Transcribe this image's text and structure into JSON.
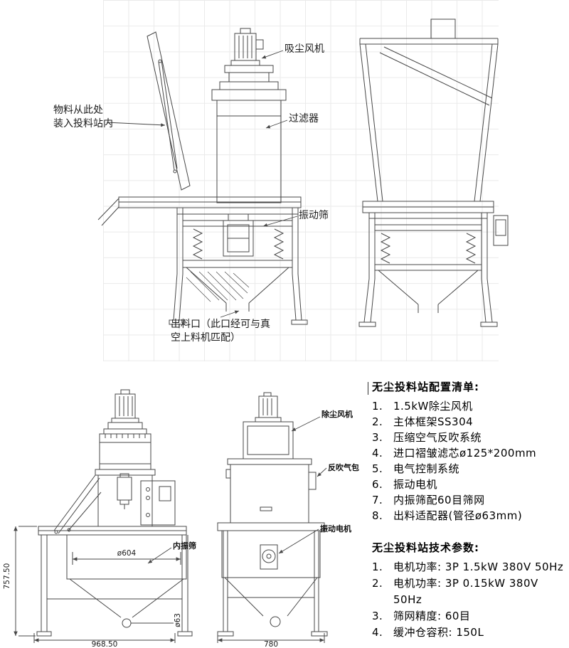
{
  "overview": {
    "labels": {
      "material_inlet_line1": "物料从此处",
      "material_inlet_line2": "装入投料站内",
      "dust_fan": "吸尘风机",
      "filter": "过滤器",
      "vibrating_screen": "振动筛",
      "outlet_line1": "出料口（此口经可与真",
      "outlet_line2": "空上料机匹配）"
    }
  },
  "dimension_views": {
    "labels": {
      "dust_fan": "除尘风机",
      "backblow_airbag": "反吹气包",
      "vibration_motor": "振动电机",
      "inner_screen": "内振筛"
    },
    "dimensions": {
      "overall_height": "757.50",
      "drum_diameter": "ø604",
      "overall_width": "968.50",
      "outlet_diameter": "ø63",
      "side_width": "780"
    }
  },
  "config_list": {
    "title": "无尘投料站配置清单:",
    "items": [
      {
        "num": "1.",
        "text": "1.5kW除尘风机"
      },
      {
        "num": "2.",
        "text": "主体框架SS304"
      },
      {
        "num": "3.",
        "text": "压缩空气反吹系统"
      },
      {
        "num": "4.",
        "text": "进口褶皱滤芯ø125*200mm"
      },
      {
        "num": "5.",
        "text": "电气控制系统"
      },
      {
        "num": "6.",
        "text": "振动电机"
      },
      {
        "num": "7.",
        "text": "内振筛配60目筛网"
      },
      {
        "num": "8.",
        "text": "出料适配器(管径ø63mm)"
      }
    ]
  },
  "tech_params": {
    "title": "无尘投料站技术参数:",
    "items": [
      {
        "num": "1.",
        "text": "电机功率: 3P 1.5kW 380V 50Hz"
      },
      {
        "num": "2.",
        "text": "电机功率: 3P 0.15kW 380V 50Hz"
      },
      {
        "num": "3.",
        "text": "筛网精度: 60目"
      },
      {
        "num": "4.",
        "text": "缓冲仓容积: 150L"
      }
    ]
  }
}
